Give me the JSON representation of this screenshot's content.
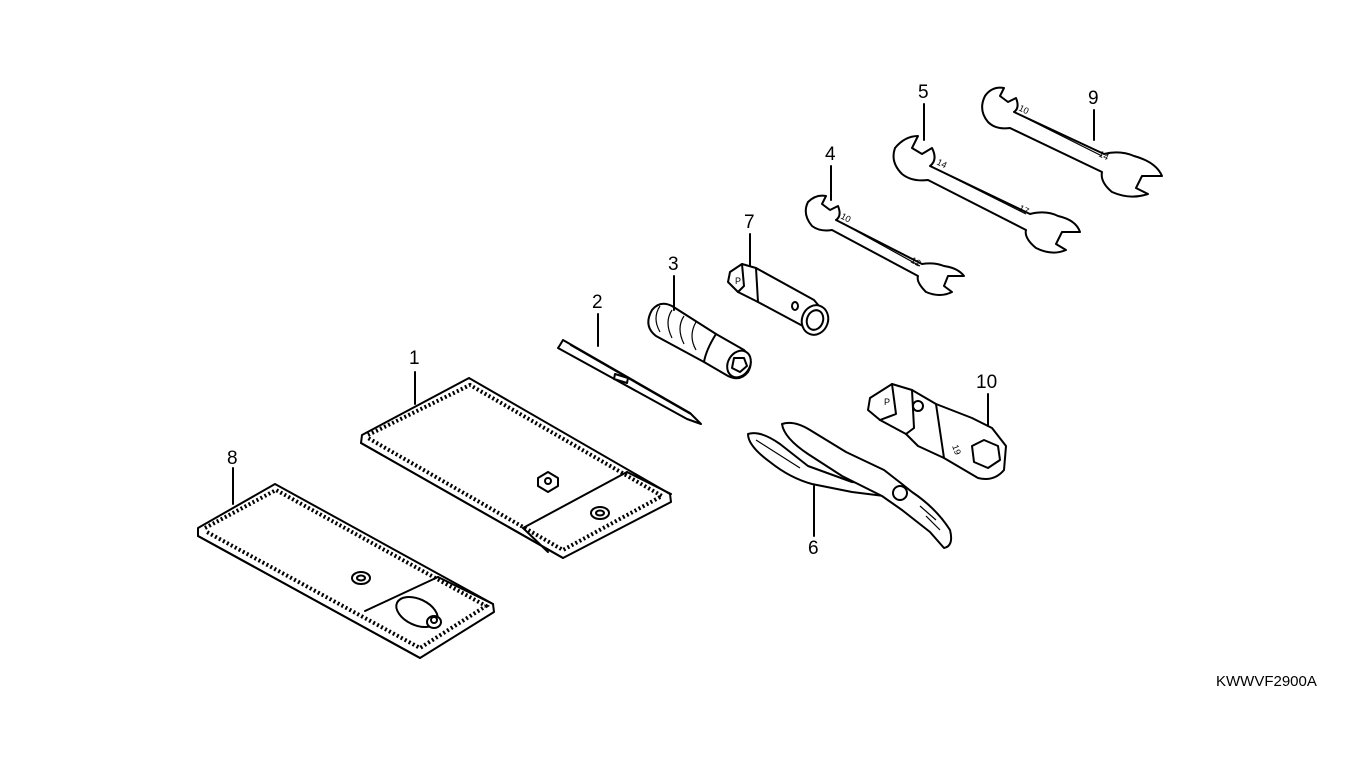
{
  "diagram": {
    "drawing_code": "KWWVF2900A",
    "callouts": [
      "1",
      "2",
      "3",
      "4",
      "5",
      "6",
      "7",
      "8",
      "9",
      "10"
    ]
  },
  "parts": {
    "wrench_4_sizes": [
      "10",
      "12"
    ],
    "wrench_5_sizes": [
      "14",
      "17"
    ],
    "wrench_9_sizes": [
      "10",
      "14"
    ],
    "box_wrench_10_size": "19",
    "socket_mark": "P"
  }
}
